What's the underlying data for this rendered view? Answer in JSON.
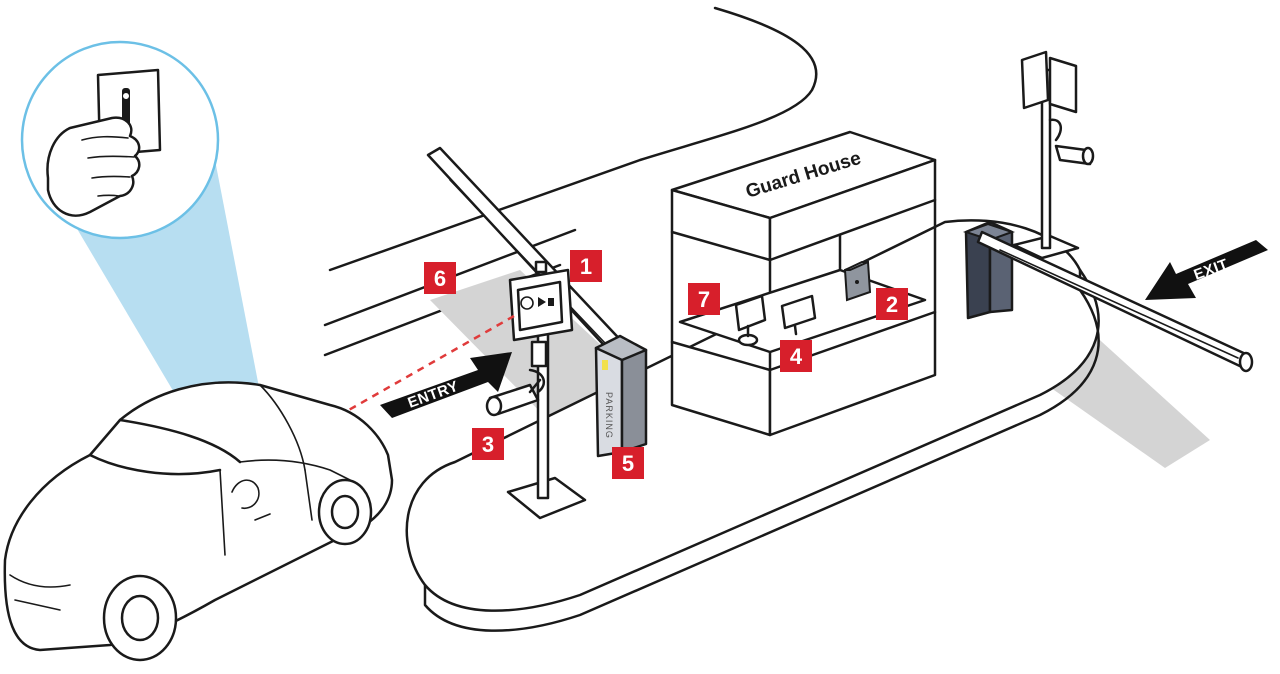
{
  "guard_house": {
    "label": "Guard House"
  },
  "arrows": {
    "entry": "ENTRY",
    "exit": "EXIT"
  },
  "dispenser": {
    "text": "PARKING"
  },
  "markers": [
    "1",
    "2",
    "3",
    "4",
    "5",
    "6",
    "7"
  ],
  "colors": {
    "marker": "#d71f2b",
    "beam": "#9fd3ec",
    "lane_shadow": "#d4d4d4",
    "outline": "#1a1a1a",
    "dashed_signal": "#e03b3b"
  }
}
